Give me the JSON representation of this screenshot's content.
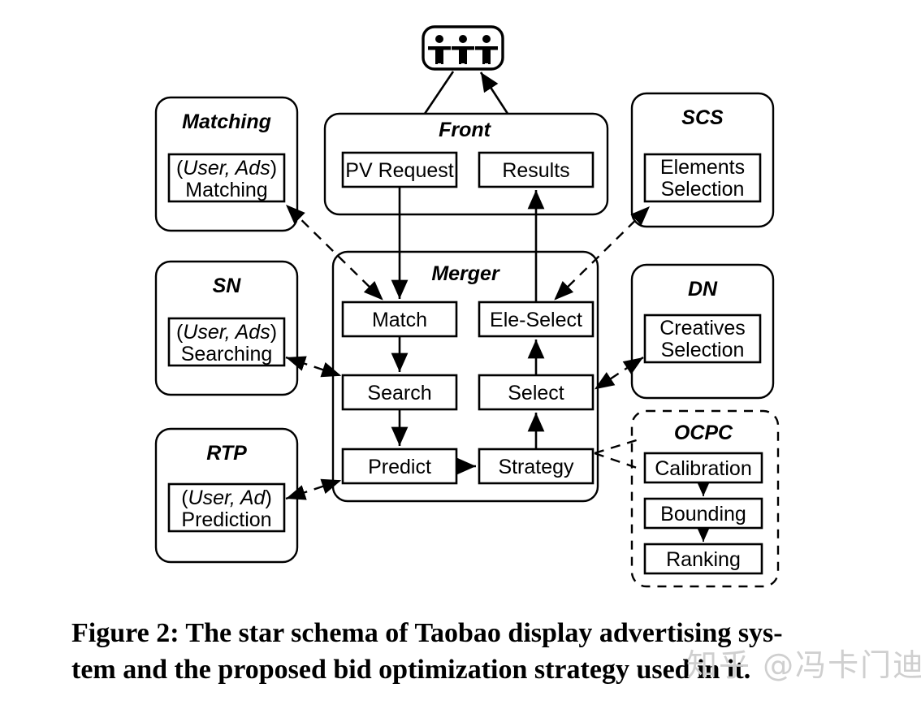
{
  "figure": {
    "caption_line1": "Figure 2: The star schema of Taobao display advertising sys-",
    "caption_line2": "tem and the proposed bid optimization strategy used in it.",
    "watermark": "知乎 @冯卡门迪"
  },
  "user_icon": {
    "name": "users-icon",
    "person_count": 3
  },
  "panels": {
    "matching": {
      "title": "Matching",
      "node_line1_italic": "User, Ads",
      "node_line1": "(User, Ads)",
      "node_line2": "Matching"
    },
    "sn": {
      "title": "SN",
      "node_line1": "(User, Ads)",
      "node_line2": "Searching"
    },
    "rtp": {
      "title": "RTP",
      "node_line1": "(User, Ad)",
      "node_line2": "Prediction"
    },
    "front": {
      "title": "Front",
      "nodes": [
        {
          "label": "PV Request"
        },
        {
          "label": "Results"
        }
      ]
    },
    "merger": {
      "title": "Merger",
      "nodes": [
        {
          "label": "Match"
        },
        {
          "label": "Ele-Select"
        },
        {
          "label": "Search"
        },
        {
          "label": "Select"
        },
        {
          "label": "Predict"
        },
        {
          "label": "Strategy"
        }
      ]
    },
    "scs": {
      "title": "SCS",
      "node_line1": "Elements",
      "node_line2": "Selection"
    },
    "dn": {
      "title": "DN",
      "node_line1": "Creatives",
      "node_line2": "Selection"
    },
    "ocpc": {
      "title": "OCPC",
      "nodes": [
        {
          "label": "Calibration"
        },
        {
          "label": "Bounding"
        },
        {
          "label": "Ranking"
        }
      ]
    }
  },
  "colors": {
    "stroke": "#000000",
    "background": "#ffffff",
    "watermark": "#cfcfcf"
  }
}
